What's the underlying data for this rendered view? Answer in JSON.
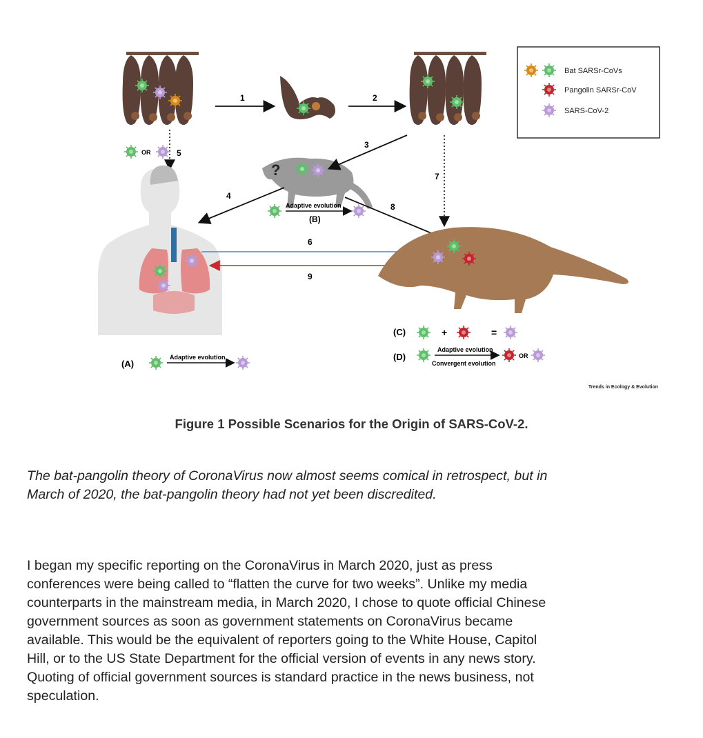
{
  "figure": {
    "legend": [
      {
        "label": "Bat SARSr-CoVs",
        "icon": "bat-virus-icon",
        "colors": [
          "#d98a1e",
          "#5fbf6a"
        ]
      },
      {
        "label": "Pangolin SARSr-CoV",
        "icon": "pangolin-virus-icon",
        "colors": [
          "#c0262b"
        ]
      },
      {
        "label": "SARS-CoV-2",
        "icon": "sars-cov-2-icon",
        "colors": [
          "#b89ad6"
        ]
      }
    ],
    "arrow_labels": [
      "1",
      "2",
      "3",
      "4",
      "5",
      "6",
      "7",
      "8",
      "9"
    ],
    "or_text": "OR",
    "question_mark": "?",
    "scenario_b": {
      "label": "(B)",
      "text": "Adaptive evolution"
    },
    "scenario_a": {
      "label": "(A)",
      "text": "Adaptive evolution"
    },
    "scenario_c": {
      "label": "(C)",
      "plus": "+",
      "equals": "="
    },
    "scenario_d": {
      "label": "(D)",
      "text_top": "Adaptive evolution",
      "text_bottom": "Convergent  evolution",
      "or_text": "OR"
    },
    "credit": "Trends in Ecology & Evolution",
    "colors": {
      "green": "#5fbf6a",
      "orange": "#d98a1e",
      "red": "#c0262b",
      "purple": "#b89ad6",
      "blue_arrow": "#3a8fc9",
      "red_arrow": "#c9282d"
    }
  },
  "caption": "Figure 1  Possible Scenarios for the Origin of SARS-CoV-2.",
  "italic_paragraph": [
    "The bat-pangolin theory of CoronaVirus now almost seems comical in retrospect, but in",
    "March of 2020, the bat-pangolin theory had not yet been discredited."
  ],
  "body_paragraph": [
    "I began my specific reporting on the CoronaVirus in March 2020, just as press",
    "conferences were being called to “flatten the curve for two weeks”.  Unlike my media",
    "counterparts in the mainstream media, in March 2020, I chose to quote official Chinese",
    "government sources as soon as government statements on CoronaVirus became",
    "available.  This would be the equivalent of reporters going to the White House, Capitol",
    "Hill, or to the US State Department for the official version of events in any news story.",
    "Quoting of official government sources is standard practice in the news business, not",
    "speculation."
  ]
}
